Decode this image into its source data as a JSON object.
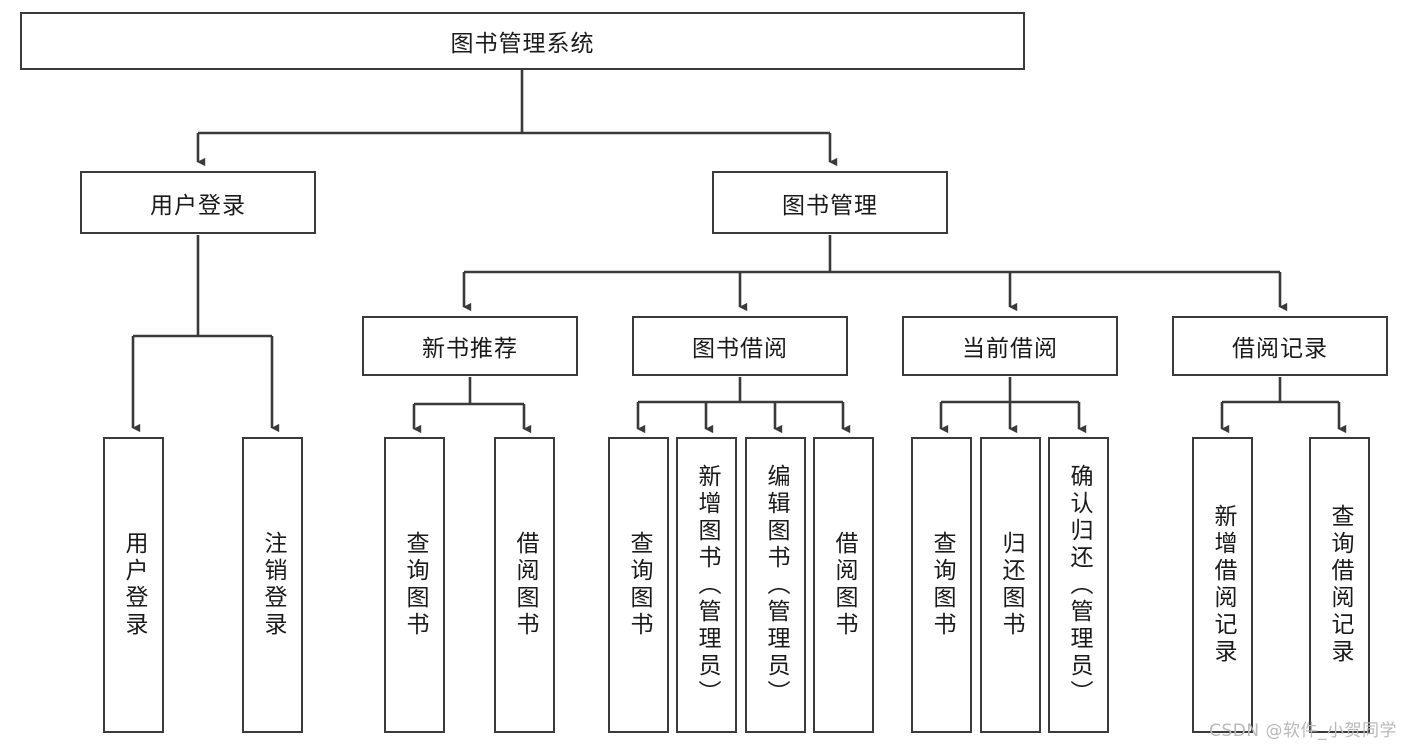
{
  "diagram": {
    "title": "图书管理系统",
    "type": "tree-hierarchy",
    "watermark": "CSDN @软件_小贺同学",
    "colors": {
      "box_border": "#3a3a3a",
      "box_fill": "#ffffff",
      "line": "#3a3a3a",
      "text": "#1a1a1a",
      "watermark": "#b9b9b9",
      "background": "#ffffff"
    },
    "root": {
      "label": "图书管理系统"
    },
    "level2": [
      {
        "label": "用户登录"
      },
      {
        "label": "图书管理"
      }
    ],
    "level3": [
      {
        "label": "新书推荐"
      },
      {
        "label": "图书借阅"
      },
      {
        "label": "当前借阅"
      },
      {
        "label": "借阅记录"
      }
    ],
    "leaves": {
      "user_login": [
        {
          "label": "用户登录"
        },
        {
          "label": "注销登录"
        }
      ],
      "new_book_recommend": [
        {
          "label": "查询图书"
        },
        {
          "label": "借阅图书"
        }
      ],
      "book_borrow": [
        {
          "label": "查询图书"
        },
        {
          "label": "新增图书（管理员）"
        },
        {
          "label": "编辑图书（管理员）"
        },
        {
          "label": "借阅图书"
        }
      ],
      "current_borrow": [
        {
          "label": "查询图书"
        },
        {
          "label": "归还图书"
        },
        {
          "label": "确认归还（管理员）"
        }
      ],
      "borrow_record": [
        {
          "label": "新增借阅记录"
        },
        {
          "label": "查询借阅记录"
        }
      ]
    }
  }
}
